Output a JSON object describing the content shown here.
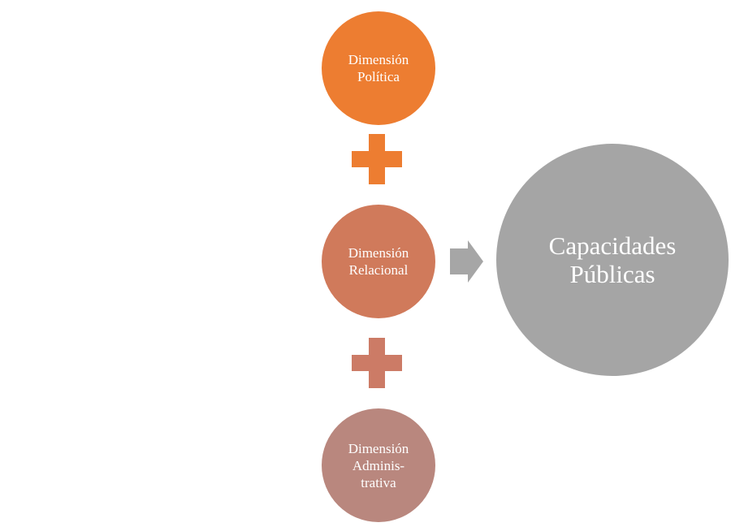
{
  "diagram": {
    "inputs": [
      {
        "lines": [
          "Dimensión",
          "Política"
        ],
        "color": "#ED7D31"
      },
      {
        "lines": [
          "Dimensión",
          "Relacional"
        ],
        "color": "#D07A5B"
      },
      {
        "lines": [
          "Dimensión",
          "Adminis-",
          "trativa"
        ],
        "color": "#B9877E"
      }
    ],
    "operators": [
      {
        "symbol": "plus",
        "color": "#ED7D31"
      },
      {
        "symbol": "plus",
        "color": "#CC7B66"
      }
    ],
    "arrow": {
      "symbol": "right-arrow",
      "color": "#A6A6A6"
    },
    "result": {
      "lines": [
        "Capacidades",
        "Públicas"
      ],
      "color": "#A5A5A5"
    }
  }
}
